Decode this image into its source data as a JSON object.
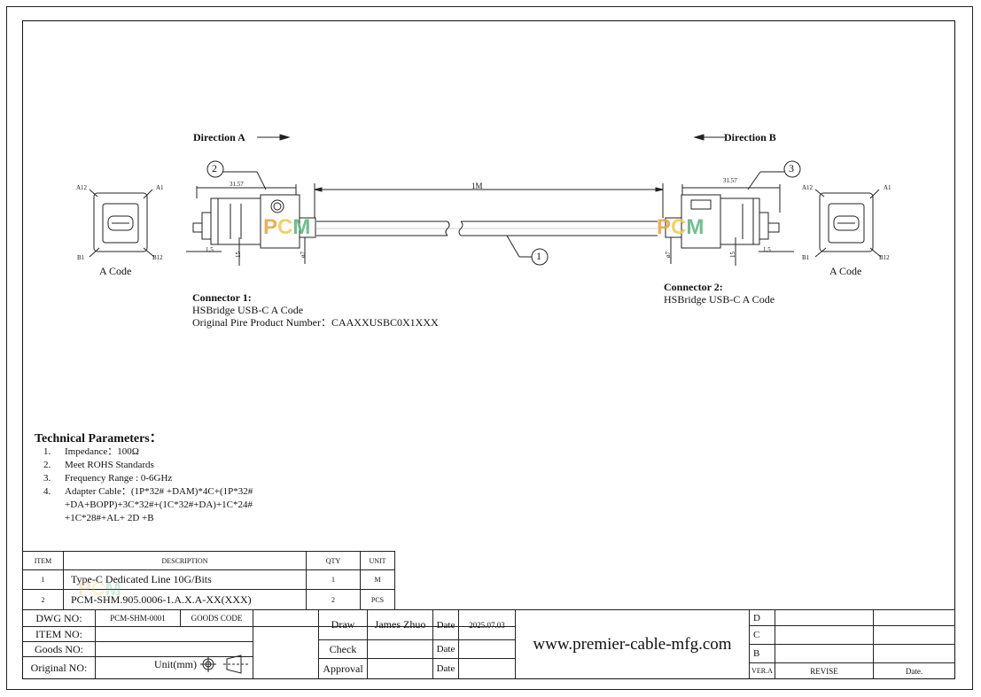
{
  "direction_a": "Direction A",
  "direction_b": "Direction B",
  "dim_length": "1M",
  "dim_connector_left": "31.57",
  "dim_connector_right": "31.57",
  "dim_small_left": "1.5",
  "dim_small_right": "1.5",
  "dim_height_left": "15",
  "dim_height_right": "15",
  "dim_dia_left": "ø7",
  "dim_dia_right": "ø7",
  "callouts": [
    "1",
    "2",
    "3"
  ],
  "pin_labels": {
    "a12": "A12",
    "a1": "A1",
    "b1": "B1",
    "b12": "B12"
  },
  "a_code_left": "A Code",
  "a_code_right": "A Code",
  "logo_letters": [
    "P",
    "C",
    "M"
  ],
  "colors": {
    "logo_p": "#e8a33a",
    "logo_c": "#f2c94c",
    "logo_m": "#55b47a"
  },
  "connector1": {
    "title": "Connector 1:",
    "line1": "HSBridge USB-C A Code",
    "line2": "Original Pire Product Number：CAAXXUSBC0X1XXX"
  },
  "connector2": {
    "title": "Connector 2:",
    "line1": "HSBridge USB-C A Code"
  },
  "tech": {
    "title": "Technical Parameters：",
    "items": [
      {
        "num": "1.",
        "text": "Impedance：100Ω"
      },
      {
        "num": "2.",
        "text": "Meet ROHS Standards"
      },
      {
        "num": "3.",
        "text": "Frequency Range : 0-6GHz"
      },
      {
        "num": "4.",
        "text": "Adapter Cable：(1P*32# +DAM)*4C+(1P*32#"
      }
    ],
    "cont1": "+DA+BOPP)+3C*32#+(1C*32#+DA)+1C*24#",
    "cont2": "+1C*28#+AL+ 2D +B"
  },
  "bom": {
    "headers": [
      "ITEM",
      "DESCRIPTION",
      "QTY",
      "UNIT"
    ],
    "rows": [
      [
        "1",
        "Type-C Dedicated Line 10G/Bits",
        "1",
        "M"
      ],
      [
        "2",
        "PCM-SHM.905.0006-1.A.X.A-XX(XXX)",
        "2",
        "PCS"
      ]
    ]
  },
  "titleblock": {
    "dwg_no_label": "DWG NO:",
    "dwg_no_value": "PCM-SHM-0001",
    "goods_code_label": "GOODS CODE",
    "item_no_label": "ITEM NO:",
    "goods_no_label": "Goods NO:",
    "original_no_label": "Original NO:",
    "unit_label": "Unit(mm)",
    "draw_label": "Draw",
    "draw_name": "James Zhuo",
    "date_label": "Date",
    "draw_date": "2025.07.03",
    "check_label": "Check",
    "approval_label": "Approval",
    "website": "www.premier-cable-mfg.com",
    "rev_d": "D",
    "rev_c": "C",
    "rev_b": "B",
    "ver": "VER.A",
    "revise": "REVISE",
    "rev_date": "Date."
  }
}
